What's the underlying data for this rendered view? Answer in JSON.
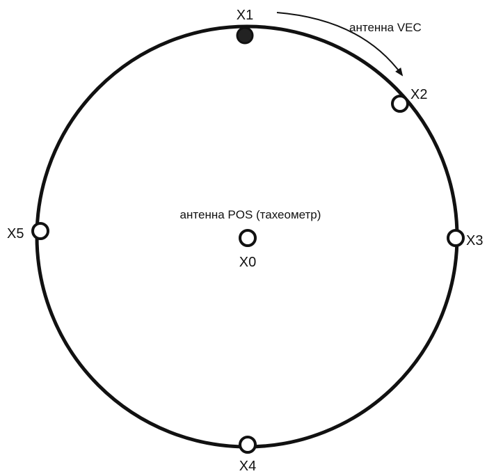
{
  "diagram": {
    "colors": {
      "line": "#111111",
      "filled_marker": "#222222",
      "hollow_marker": "#ffffff"
    },
    "points": [
      {
        "id": "x1",
        "label": "X1",
        "filled": true
      },
      {
        "id": "x2",
        "label": "X2",
        "filled": false
      },
      {
        "id": "x3",
        "label": "X3",
        "filled": false
      },
      {
        "id": "x4",
        "label": "X4",
        "filled": false
      },
      {
        "id": "x5",
        "label": "X5",
        "filled": false
      },
      {
        "id": "x0",
        "label": "X0",
        "filled": false
      }
    ],
    "center_antenna_label": "антенна POS (тахеометр)",
    "moving_antenna_label": "антенна VEC"
  }
}
